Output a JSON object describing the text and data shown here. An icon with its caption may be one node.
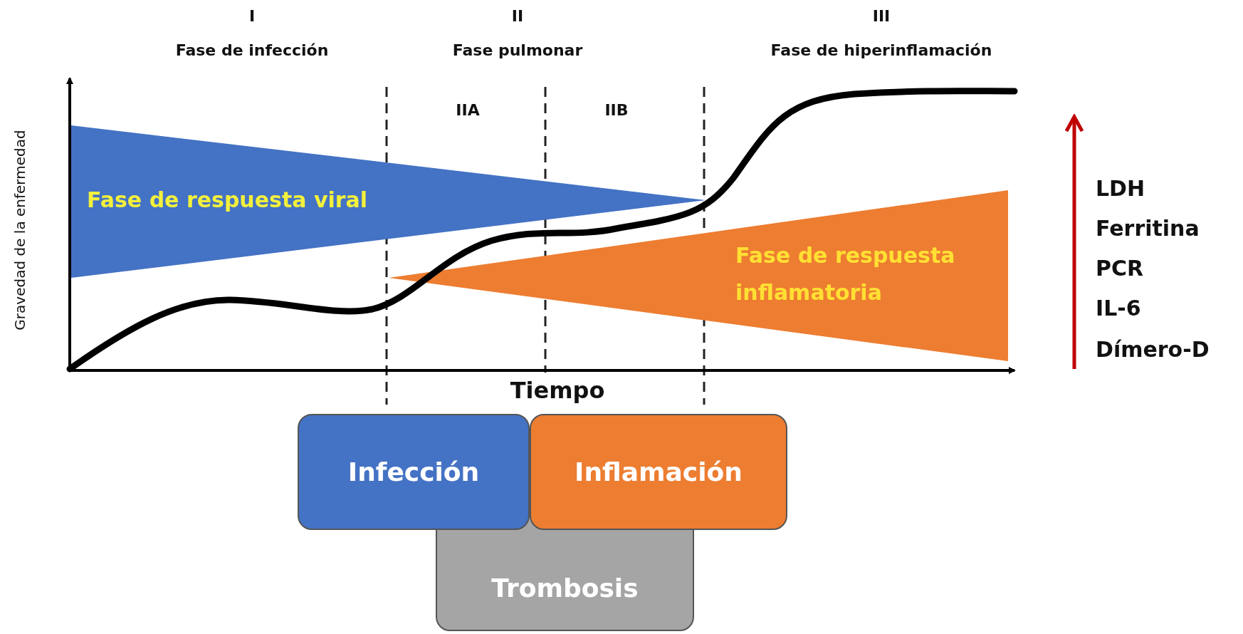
{
  "diagram": {
    "nodes": [
      {
        "text": [
          "Fase de respuesta viral"
        ]
      },
      {
        "text": [
          "Fase de respuesta inflamatoria"
        ]
      },
      {
        "text": [
          "Infección"
        ]
      },
      {
        "text": [
          "Inflamación"
        ]
      },
      {
        "text": [
          "Trombosis"
        ]
      }
    ],
    "edges": [],
    "labels": [
      "I",
      "Fase de infección",
      "II",
      "Fase pulmonar",
      "III",
      "Fase de hiperinflamación",
      "IIA",
      "IIB",
      "Gravedad de la enfermedad",
      "LDH",
      "Ferritina",
      "PCR",
      "IL-6",
      "Dímero-D",
      "Tiempo"
    ]
  }
}
